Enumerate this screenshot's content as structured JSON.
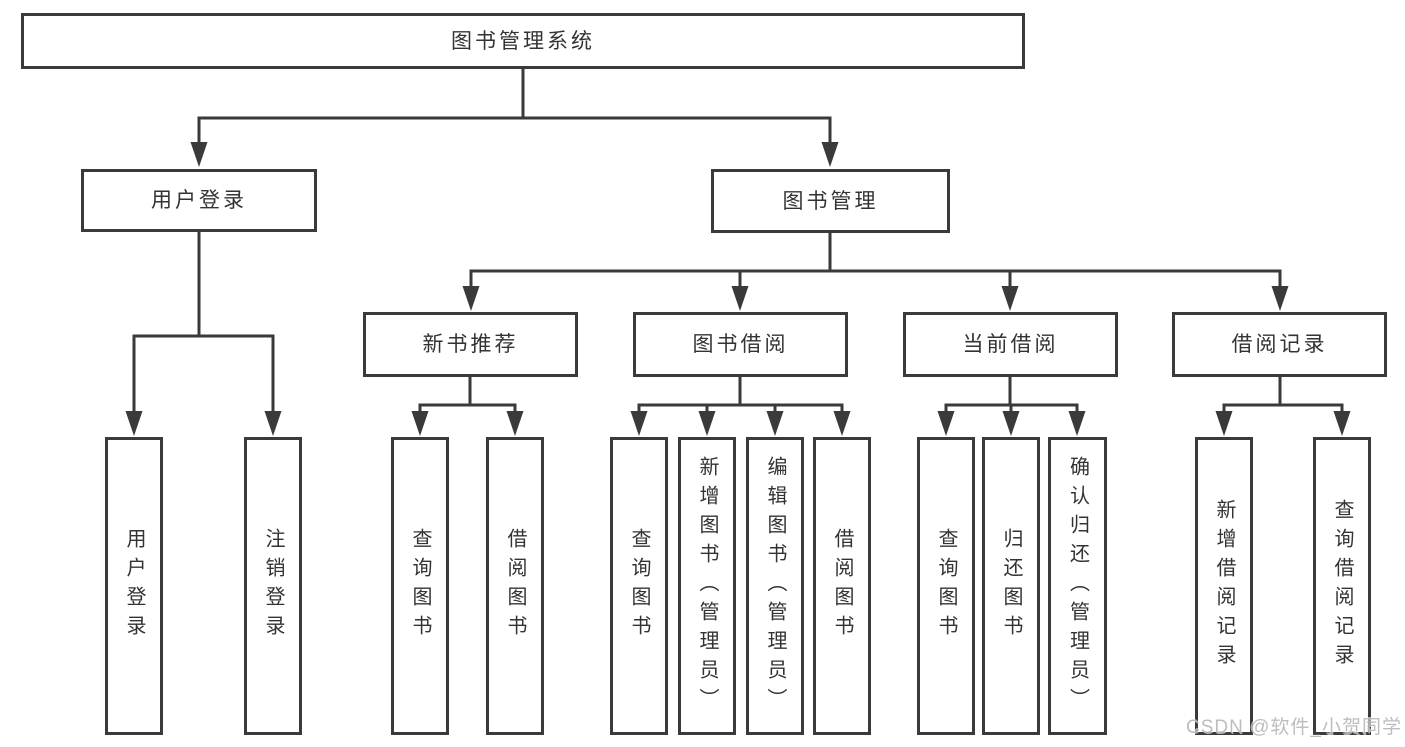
{
  "tree": {
    "label": "图书管理系统",
    "children": [
      {
        "label": "用户登录",
        "children": [
          {
            "label": "用户登录"
          },
          {
            "label": "注销登录"
          }
        ]
      },
      {
        "label": "图书管理",
        "children": [
          {
            "label": "新书推荐",
            "children": [
              {
                "label": "查询图书"
              },
              {
                "label": "借阅图书"
              }
            ]
          },
          {
            "label": "图书借阅",
            "children": [
              {
                "label": "查询图书"
              },
              {
                "label": "新增图书（管理员）"
              },
              {
                "label": "编辑图书（管理员）"
              },
              {
                "label": "借阅图书"
              }
            ]
          },
          {
            "label": "当前借阅",
            "children": [
              {
                "label": "查询图书"
              },
              {
                "label": "归还图书"
              },
              {
                "label": "确认归还（管理员）"
              }
            ]
          },
          {
            "label": "借阅记录",
            "children": [
              {
                "label": "新增借阅记录"
              },
              {
                "label": "查询借阅记录"
              }
            ]
          }
        ]
      }
    ]
  },
  "watermark": {
    "text": "CSDN @软件_小贺同学"
  },
  "colors": {
    "line": "#3a3a3a",
    "text": "#333333",
    "background": "#ffffff",
    "watermark": "#b8b8b8"
  }
}
